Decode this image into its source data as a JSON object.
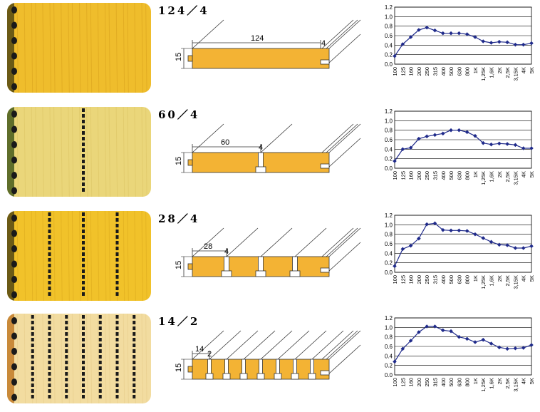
{
  "panels": [
    {
      "title": "124／4",
      "spacing_label": "124",
      "slot_label": "4",
      "thickness_label": "15",
      "slot_count": 0,
      "swatch": {
        "base": "#efbd2c",
        "stripe": "#d9a21e",
        "left_strip": "#6b5a16"
      },
      "chart_data": {
        "type": "line",
        "categories": [
          "100",
          "125",
          "160",
          "200",
          "250",
          "315",
          "400",
          "500",
          "630",
          "800",
          "1K",
          "1,25K",
          "1,6K",
          "2K",
          "2,5K",
          "3,15K",
          "4K",
          "5K"
        ],
        "values": [
          0.17,
          0.42,
          0.57,
          0.72,
          0.77,
          0.71,
          0.65,
          0.65,
          0.65,
          0.63,
          0.57,
          0.48,
          0.45,
          0.47,
          0.46,
          0.41,
          0.41,
          0.44
        ],
        "ylim": [
          0,
          1.2
        ],
        "yticks": [
          "0.0",
          "0.2",
          "0.4",
          "0.6",
          "0.8",
          "1.0",
          "1.2"
        ],
        "color": "#1f2a8a",
        "grid": true
      }
    },
    {
      "title": "60／4",
      "spacing_label": "60",
      "slot_label": "4",
      "thickness_label": "15",
      "slot_count": 1,
      "swatch": {
        "base": "#ead67a",
        "stripe": "#dcc566",
        "left_strip": "#5f6e2a"
      },
      "chart_data": {
        "type": "line",
        "categories": [
          "100",
          "125",
          "160",
          "200",
          "250",
          "315",
          "400",
          "500",
          "630",
          "800",
          "1K",
          "1,25K",
          "1,6K",
          "2K",
          "2,5K",
          "3,15K",
          "4K",
          "5K"
        ],
        "values": [
          0.15,
          0.4,
          0.43,
          0.62,
          0.67,
          0.7,
          0.73,
          0.8,
          0.8,
          0.76,
          0.68,
          0.53,
          0.5,
          0.52,
          0.51,
          0.49,
          0.42,
          0.42
        ],
        "ylim": [
          0,
          1.2
        ],
        "yticks": [
          "0.0",
          "0.2",
          "0.4",
          "0.6",
          "0.8",
          "1.0",
          "1.2"
        ],
        "color": "#1f2a8a",
        "grid": true
      }
    },
    {
      "title": "28／4",
      "spacing_label": "28",
      "slot_label": "4",
      "thickness_label": "15",
      "slot_count": 3,
      "swatch": {
        "base": "#f1c22a",
        "stripe": "#ddaa1f",
        "left_strip": "#6b5a16"
      },
      "chart_data": {
        "type": "line",
        "categories": [
          "100",
          "125",
          "160",
          "200",
          "250",
          "315",
          "400",
          "500",
          "630",
          "800",
          "1K",
          "1,25K",
          "1,6K",
          "2K",
          "2,5K",
          "3,15K",
          "4K",
          "5K"
        ],
        "values": [
          0.13,
          0.49,
          0.56,
          0.71,
          1.01,
          1.03,
          0.89,
          0.88,
          0.88,
          0.87,
          0.8,
          0.72,
          0.64,
          0.58,
          0.57,
          0.51,
          0.51,
          0.55
        ],
        "ylim": [
          0,
          1.2
        ],
        "yticks": [
          "0.0",
          "0.2",
          "0.4",
          "0.6",
          "0.8",
          "1.0",
          "1.2"
        ],
        "color": "#1f2a8a",
        "grid": true
      }
    },
    {
      "title": "14／2",
      "spacing_label": "14",
      "slot_label": "2",
      "thickness_label": "15",
      "slot_count": 7,
      "swatch": {
        "base": "#f2dca0",
        "stripe": "#e6cc8a",
        "left_strip": "#c98a3a"
      },
      "chart_data": {
        "type": "line",
        "categories": [
          "100",
          "125",
          "160",
          "200",
          "250",
          "315",
          "400",
          "500",
          "630",
          "800",
          "1K",
          "1,25K",
          "1,6K",
          "2K",
          "2,5K",
          "3,15K",
          "4K",
          "5K"
        ],
        "values": [
          0.28,
          0.55,
          0.72,
          0.9,
          1.02,
          1.02,
          0.94,
          0.92,
          0.8,
          0.76,
          0.69,
          0.74,
          0.66,
          0.58,
          0.55,
          0.56,
          0.57,
          0.63
        ],
        "ylim": [
          0,
          1.2
        ],
        "yticks": [
          "0.0",
          "0.2",
          "0.4",
          "0.6",
          "0.8",
          "1.0",
          "1.2"
        ],
        "color": "#1f2a8a",
        "grid": true
      }
    }
  ]
}
